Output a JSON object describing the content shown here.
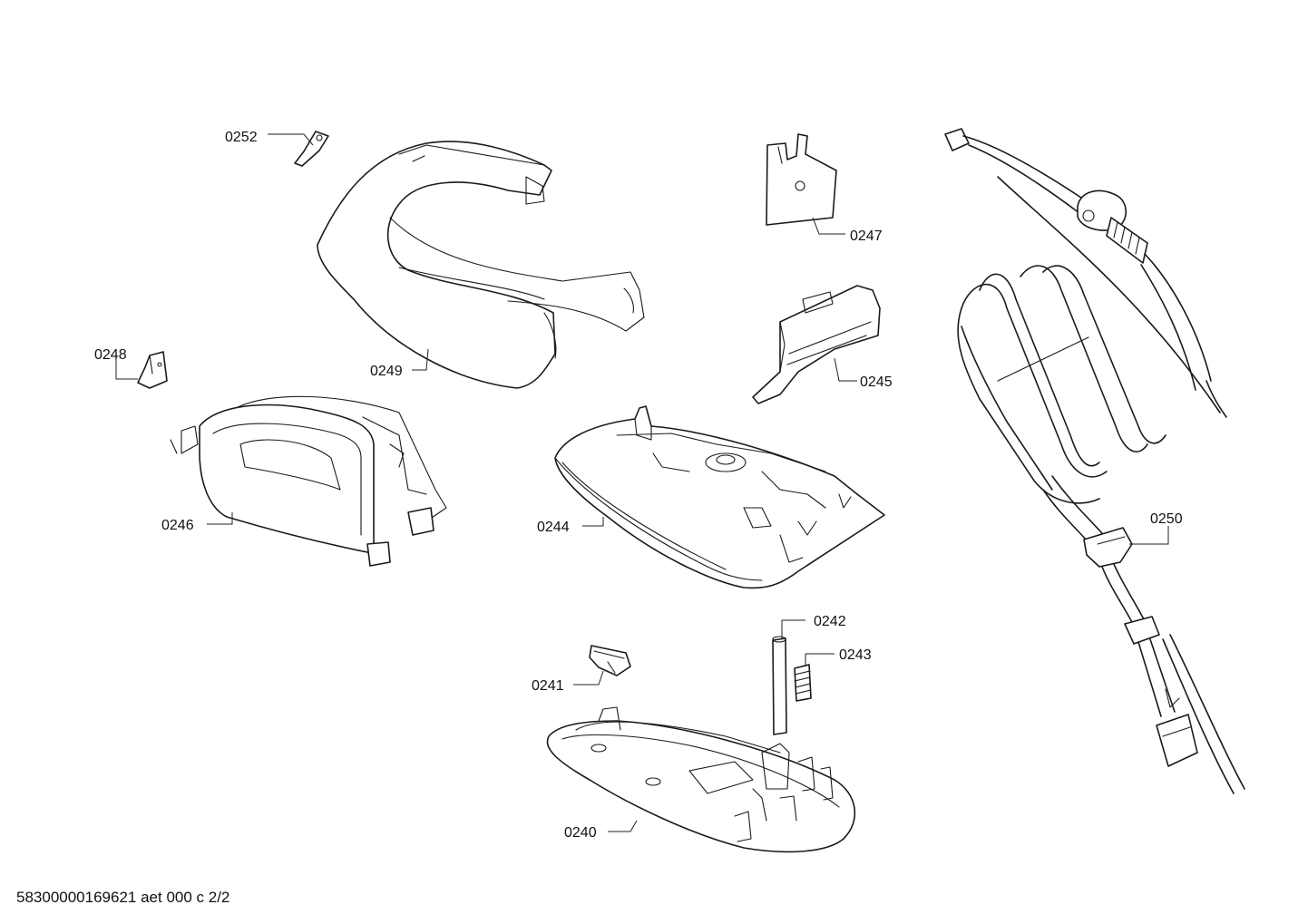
{
  "parts": [
    {
      "id": "p0252",
      "label": "0252"
    },
    {
      "id": "p0249",
      "label": "0249"
    },
    {
      "id": "p0247",
      "label": "0247"
    },
    {
      "id": "p0245",
      "label": "0245"
    },
    {
      "id": "p0248",
      "label": "0248"
    },
    {
      "id": "p0246",
      "label": "0246"
    },
    {
      "id": "p0244",
      "label": "0244"
    },
    {
      "id": "p0250",
      "label": "0250"
    },
    {
      "id": "p0242",
      "label": "0242"
    },
    {
      "id": "p0243",
      "label": "0243"
    },
    {
      "id": "p0241",
      "label": "0241"
    },
    {
      "id": "p0240",
      "label": "0240"
    }
  ],
  "footer": "58300000169621 aet 000 c 2/2"
}
